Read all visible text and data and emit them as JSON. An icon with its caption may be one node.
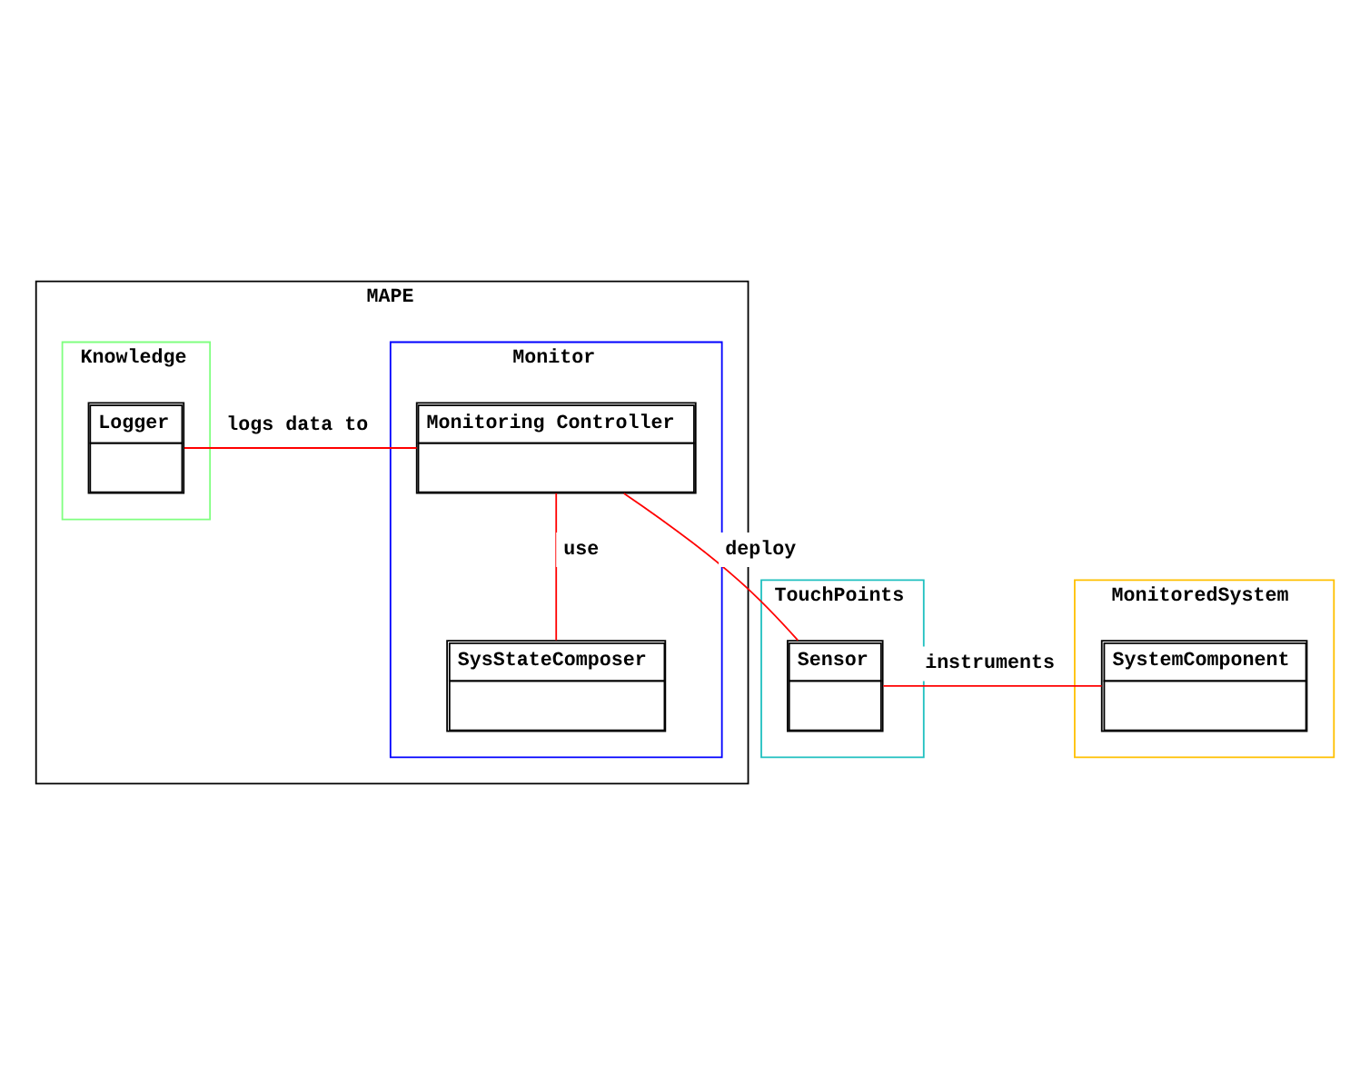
{
  "diagram": {
    "nodes": [
      {
        "text": [
          "MAPE"
        ]
      },
      {
        "text": [
          "Monitor"
        ],
        "in": 0
      },
      {
        "text": [
          "Monitoring Controller"
        ],
        "in": 1
      },
      {
        "text": [
          "SysStateComposer"
        ],
        "in": 1
      },
      {
        "text": [
          "Knowledge"
        ],
        "in": 0
      },
      {
        "text": [
          "Logger"
        ],
        "in": 4
      },
      {
        "text": [
          "TouchPoints"
        ]
      },
      {
        "text": [
          "Sensor"
        ],
        "in": 6
      },
      {
        "text": [
          "MonitoredSystem"
        ]
      },
      {
        "text": [
          "SystemComponent"
        ],
        "in": 8
      }
    ],
    "edges": [
      {
        "from": 2,
        "to": 5,
        "arrow": "none",
        "label": "logs data to"
      },
      {
        "from": 2,
        "to": 3,
        "arrow": "none",
        "label": "use"
      },
      {
        "from": 2,
        "to": 7,
        "arrow": "none",
        "label": "deploy"
      },
      {
        "from": 7,
        "to": 9,
        "arrow": "none",
        "label": "instruments"
      }
    ]
  }
}
